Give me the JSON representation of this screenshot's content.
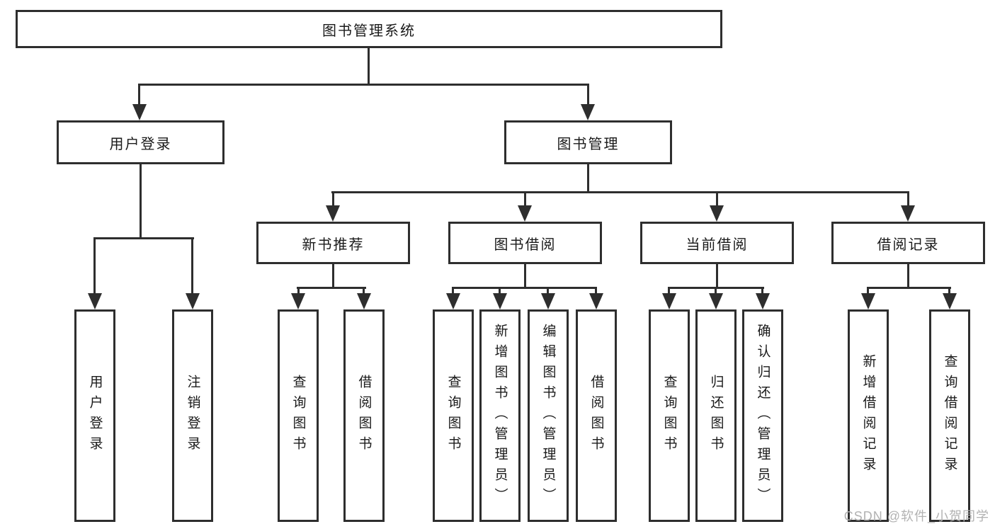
{
  "diagram": {
    "root": {
      "label": "图书管理系统"
    },
    "level2": [
      {
        "label": "用户登录"
      },
      {
        "label": "图书管理"
      }
    ],
    "level3": [
      {
        "label": "新书推荐"
      },
      {
        "label": "图书借阅"
      },
      {
        "label": "当前借阅"
      },
      {
        "label": "借阅记录"
      }
    ],
    "leaves": {
      "user_login": [
        "用户登录",
        "注销登录"
      ],
      "new_book": [
        "查询图书",
        "借阅图书"
      ],
      "book_borrow": [
        "查询图书",
        "新增图书（管理员）",
        "编辑图书（管理员）",
        "借阅图书"
      ],
      "current_borrow": [
        "查询图书",
        "归还图书",
        "确认归还（管理员）"
      ],
      "borrow_record": [
        "新增借阅记录",
        "查询借阅记录"
      ]
    },
    "colors": {
      "line": "#2e2e2e",
      "border": "#2e2e2e",
      "text": "#1a1a1a",
      "background": "#ffffff",
      "watermark": "#b2b2b2"
    }
  },
  "watermark": {
    "text": "CSDN @软件_小贺同学"
  }
}
